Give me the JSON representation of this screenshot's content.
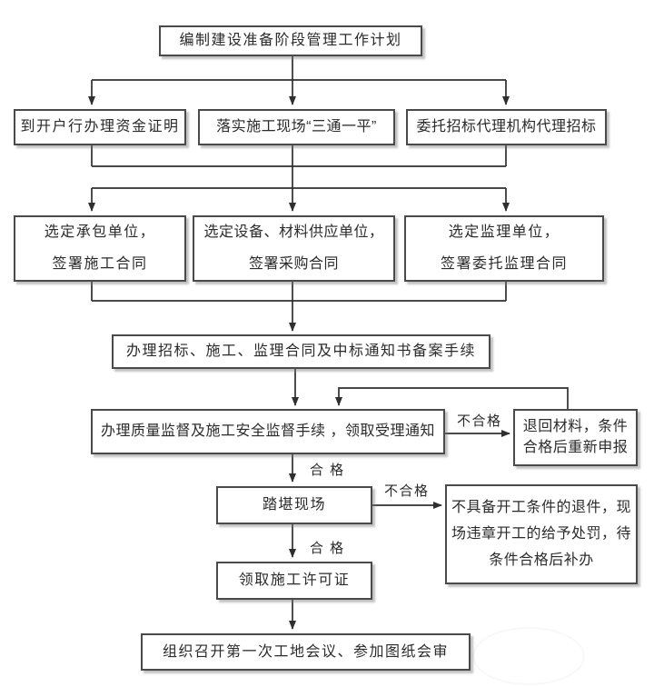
{
  "colors": {
    "line": "#2f2f2f",
    "box_border": "#4a4a4a",
    "box_background": "#ffffff",
    "text": "#2b2b2b",
    "shadow": "#a9a9a9",
    "page_background": "#ffffff"
  },
  "nodes": {
    "plan": {
      "lines": [
        "编制建设准备阶段管理工作计划"
      ]
    },
    "fund": {
      "lines": [
        "到开户行办理资金证明"
      ]
    },
    "site_prep": {
      "lines": [
        "落实施工现场“三通一平”"
      ]
    },
    "agency": {
      "lines": [
        "委托招标代理机构代理招标"
      ]
    },
    "contractor": {
      "lines": [
        "选定承包单位，",
        "签署施工合同"
      ]
    },
    "supplier": {
      "lines": [
        "选定设备、材料供应单位，",
        "签署采购合同"
      ]
    },
    "supervisor": {
      "lines": [
        "选定监理单位，",
        "签署委托监理合同"
      ]
    },
    "filing": {
      "lines": [
        "办理招标、施工、监理合同及中标通知书备案手续"
      ]
    },
    "quality": {
      "lines": [
        "办理质量监督及施工安全监督手续 ，领取受理通知"
      ]
    },
    "reject": {
      "lines": [
        "退回材料，条件",
        "合格后重新申报"
      ]
    },
    "site_visit": {
      "lines": [
        "踏堪现场"
      ]
    },
    "penalty": {
      "lines": [
        "不具备开工条件的退件，现",
        "场违章开工的给予处罚，待",
        "条件合格后补办"
      ]
    },
    "permit": {
      "lines": [
        "领取施工许可证"
      ]
    },
    "meeting": {
      "lines": [
        "组织召开第一次工地会议、参加图纸会审"
      ]
    }
  },
  "edge_labels": {
    "pass_1": "合 格",
    "fail_1": "不合格",
    "pass_2": "合 格",
    "fail_2": "不合格"
  }
}
